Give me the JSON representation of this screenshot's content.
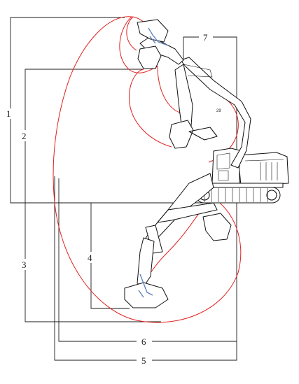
{
  "diagram": {
    "dimension_labels": [
      "1",
      "2",
      "3",
      "4",
      "5",
      "6",
      "7"
    ],
    "angle_label": "29",
    "colors": {
      "envelope": "#e0201e",
      "lines": "#1a1a1a",
      "linkage": "#5a7fbf"
    }
  }
}
